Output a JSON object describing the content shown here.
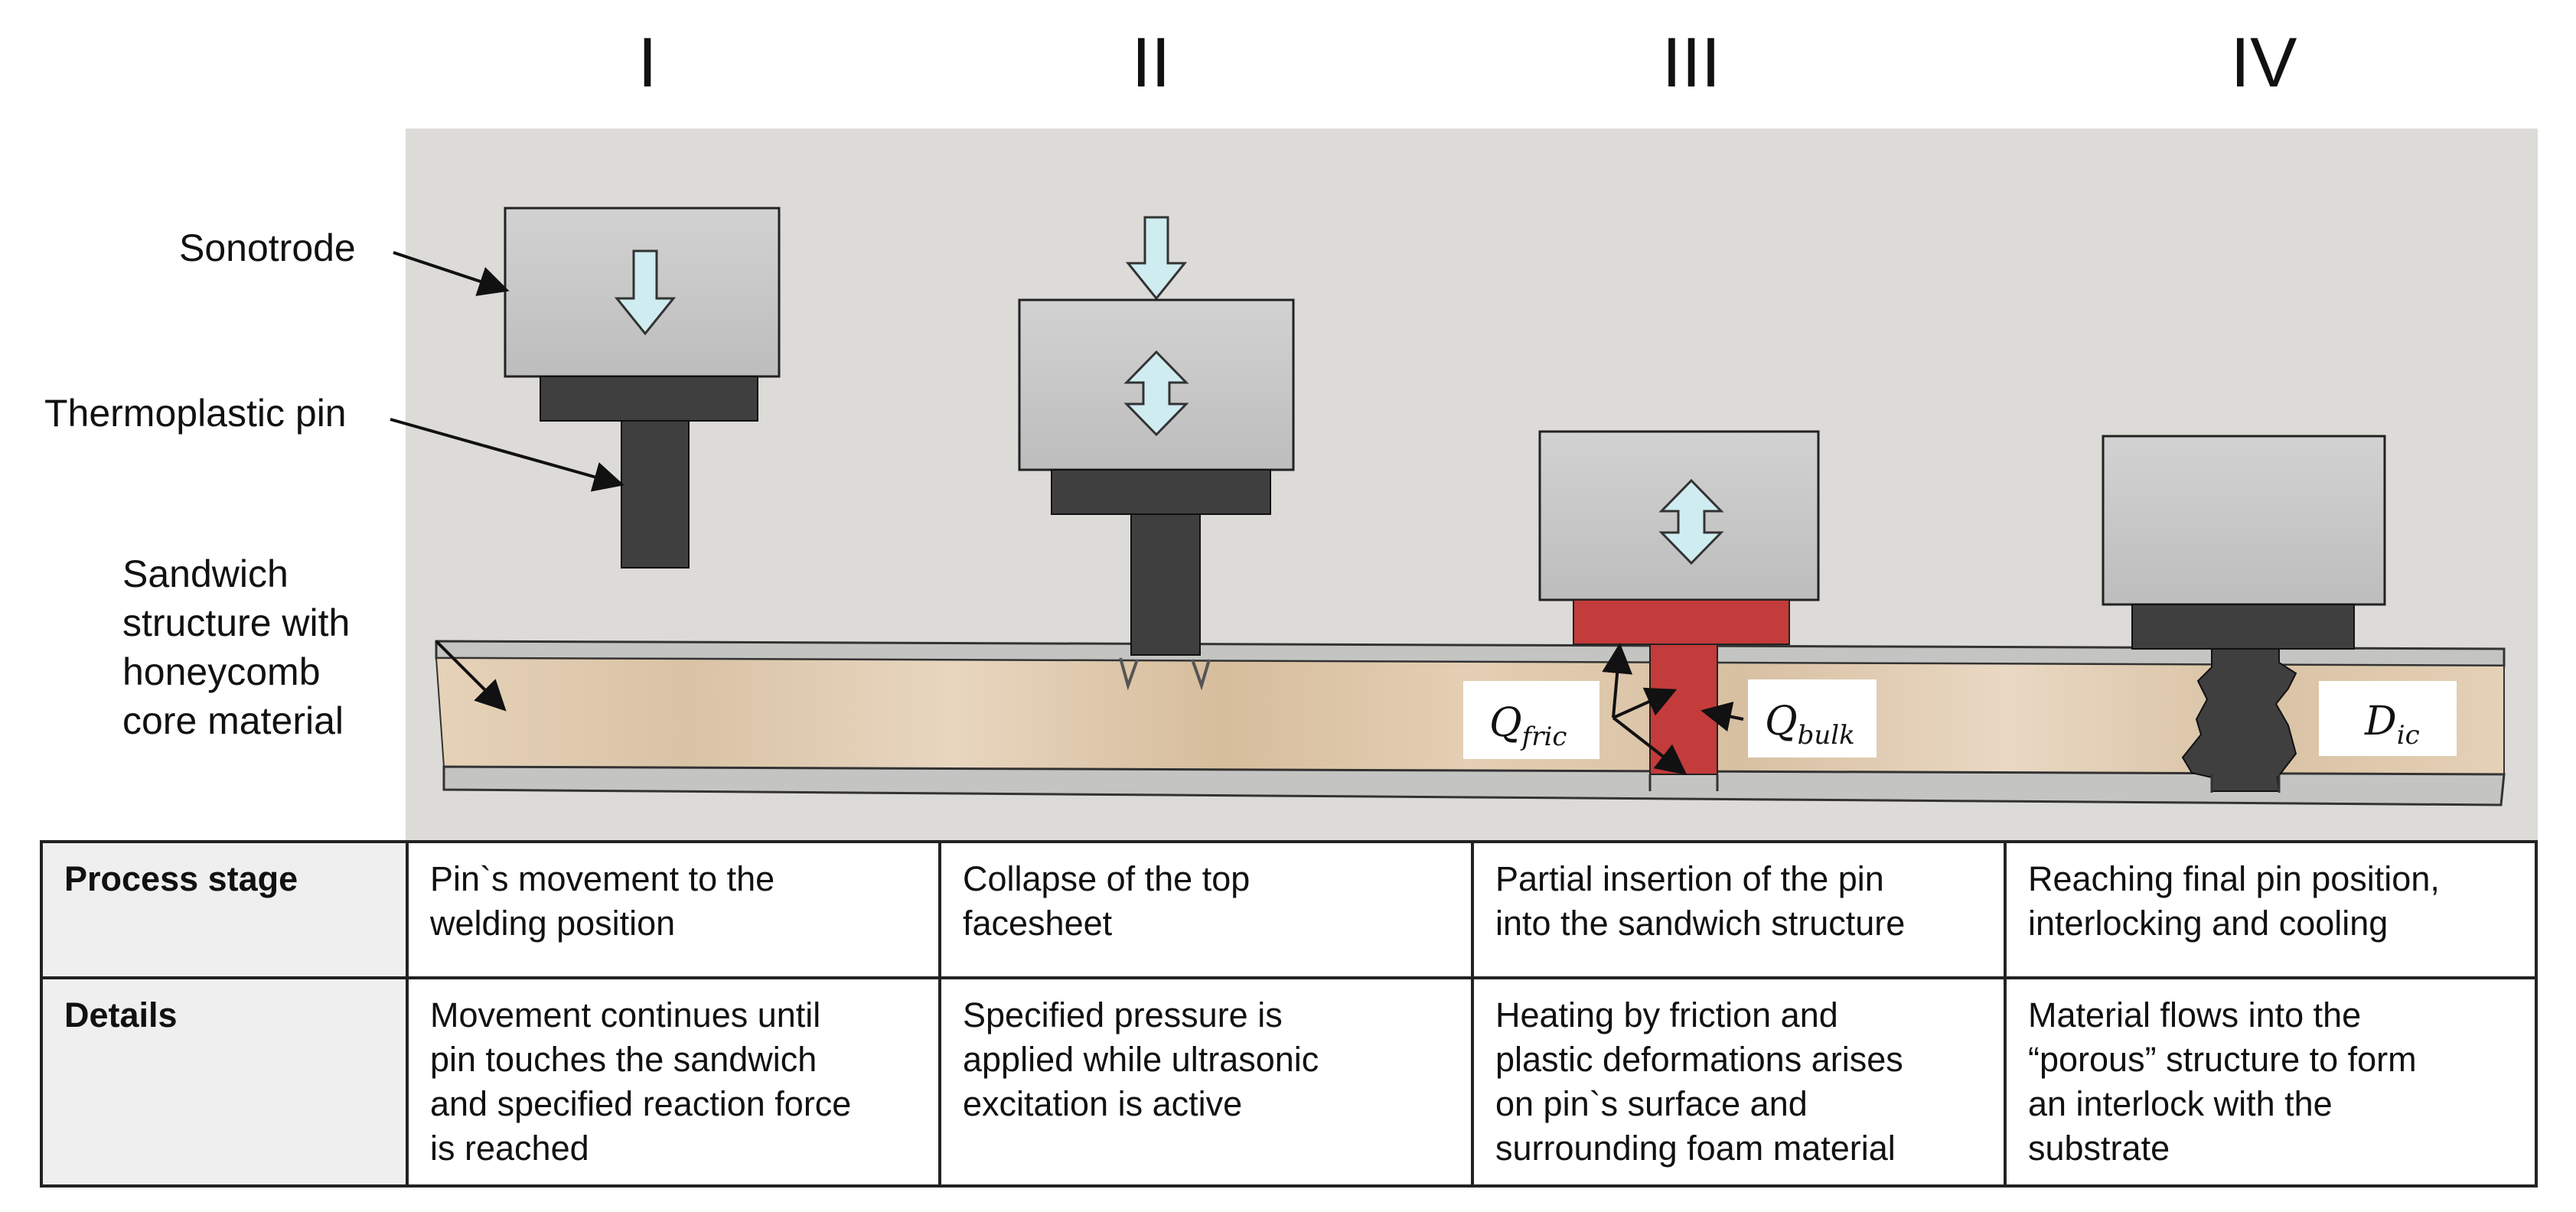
{
  "stages": {
    "s1": "I",
    "s2": "II",
    "s3": "III",
    "s4": "IV"
  },
  "labels": {
    "sonotrode": "Sonotrode",
    "pin": "Thermoplastic pin",
    "sandwich_1": "Sandwich",
    "sandwich_2": "structure with",
    "sandwich_3": "honeycomb",
    "sandwich_4": "core material"
  },
  "symbols": {
    "q_fric": "fric",
    "q_bulk": "bulk",
    "d_ic": "ic"
  },
  "table": {
    "row1": {
      "header": "Process stage",
      "c1": [
        "Pin`s movement to the",
        "welding position"
      ],
      "c2": [
        "Collapse of the top",
        "facesheet"
      ],
      "c3": [
        "Partial insertion of the pin",
        "into the sandwich structure"
      ],
      "c4": [
        "Reaching final pin position,",
        "interlocking and cooling"
      ]
    },
    "row2": {
      "header": "Details",
      "c1": [
        "Movement continues until",
        "pin touches the sandwich",
        "and specified reaction force",
        "is reached"
      ],
      "c2": [
        "Specified pressure is",
        "applied while ultrasonic",
        "excitation is active"
      ],
      "c3": [
        "Heating by friction and",
        "plastic deformations arises",
        "on pin`s surface and",
        "surrounding foam material"
      ],
      "c4": [
        "Material flows into the",
        "“porous” structure to form",
        "an interlock with the",
        "substrate"
      ]
    }
  },
  "colors": {
    "background_panel": "#dcdbd8",
    "sonotrode": "#c9c9c9",
    "pin": "#3f3f3f",
    "arrow": "#cfecf0",
    "heated_pin": "#c43b3b",
    "core": "#e0cbb1",
    "facesheet": "#c4c4c2"
  }
}
